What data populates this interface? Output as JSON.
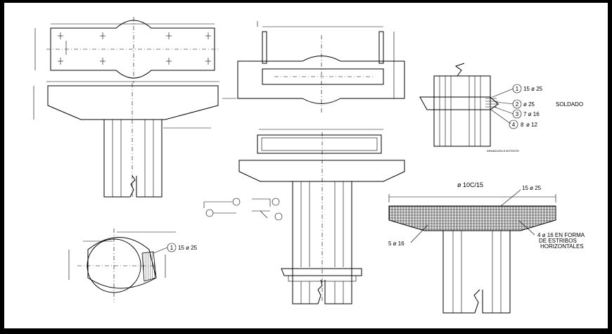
{
  "colors": {
    "background": "#000000",
    "sheet": "#ffffff",
    "ink": "#000000"
  },
  "annotations": {
    "bar1": "15 ø 25",
    "bar2": "ø 25",
    "soldado": "SOLDADO",
    "bar3": "7 ø 16",
    "bar4": "ø 12",
    "bar4_num": "8",
    "num1": "1",
    "num2": "2",
    "num3": "3",
    "num4": "4",
    "cap_top": "ø 10C/15",
    "cap_top2": "15 ø 25",
    "cap_left": "5 ø 16",
    "stirrups": [
      "4 ø 16 EN FORMA",
      "DE ESTRIBOS",
      "HORIZONTALES"
    ],
    "circle_bar": "15 ø 25"
  }
}
